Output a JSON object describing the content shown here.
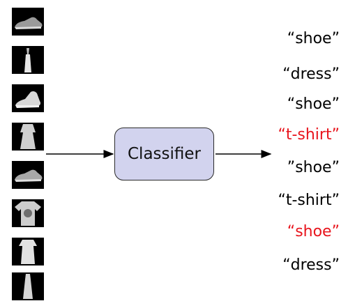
{
  "images": [
    {
      "icon": "shoe-image"
    },
    {
      "icon": "dress-image"
    },
    {
      "icon": "shoe-image"
    },
    {
      "icon": "dress-image"
    },
    {
      "icon": "shoe-image"
    },
    {
      "icon": "t-shirt-image"
    },
    {
      "icon": "dress-image"
    },
    {
      "icon": "dress-image"
    }
  ],
  "classifier": {
    "label": "Classifier",
    "fill": "#d2d3ee"
  },
  "predictions": [
    {
      "text": "“shoe”",
      "color": "#000000"
    },
    {
      "text": "“dress”",
      "color": "#000000"
    },
    {
      "text": "“shoe”",
      "color": "#000000"
    },
    {
      "text": "“t-shirt”",
      "color": "#e8141c"
    },
    {
      "text": "”shoe”",
      "color": "#000000"
    },
    {
      "text": "“t-shirt”",
      "color": "#000000"
    },
    {
      "text": "“shoe”",
      "color": "#e8141c"
    },
    {
      "text": "“dress”",
      "color": "#000000"
    }
  ]
}
